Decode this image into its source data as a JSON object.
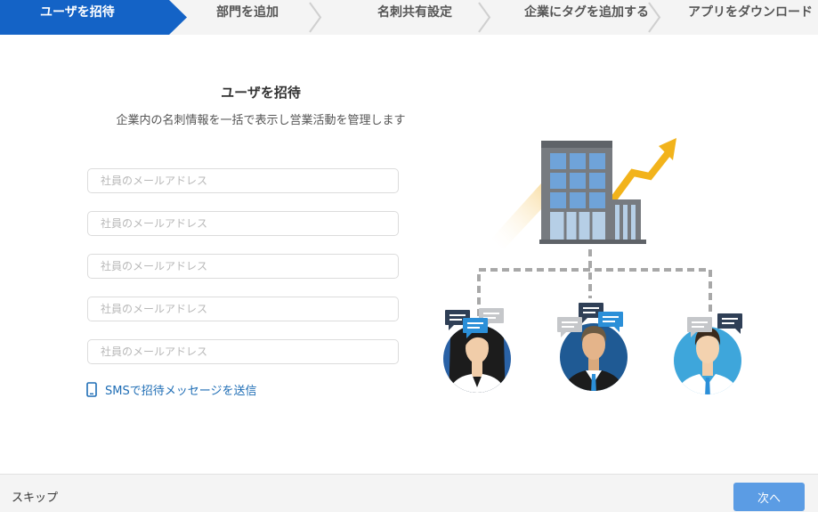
{
  "stepper": {
    "steps": [
      {
        "label": "ユーザを招待",
        "active": true
      },
      {
        "label": "部門を追加",
        "active": false
      },
      {
        "label": "名刺共有設定",
        "active": false
      },
      {
        "label": "企業にタグを追加する",
        "active": false
      },
      {
        "label": "アプリをダウンロード",
        "active": false
      }
    ]
  },
  "main": {
    "title": "ユーザを招待",
    "subtitle": "企業内の名刺情報を一括で表示し営業活動を管理します",
    "email_fields": [
      {
        "placeholder": "社員のメールアドレス",
        "value": ""
      },
      {
        "placeholder": "社員のメールアドレス",
        "value": ""
      },
      {
        "placeholder": "社員のメールアドレス",
        "value": ""
      },
      {
        "placeholder": "社員のメールアドレス",
        "value": ""
      },
      {
        "placeholder": "社員のメールアドレス",
        "value": ""
      }
    ],
    "sms_link": {
      "label": "SMSで招待メッセージを送信",
      "icon": "smartphone-icon"
    }
  },
  "illustration": {
    "icons": [
      "building-icon",
      "growth-arrow-icon",
      "employee-avatar-icon",
      "chat-bubble-icon"
    ]
  },
  "footer": {
    "skip_label": "スキップ",
    "next_label": "次へ"
  },
  "colors": {
    "accent": "#1463c6",
    "link": "#1e6db5",
    "next_button": "#5b9ce4",
    "arrow": "#f2b31b"
  }
}
